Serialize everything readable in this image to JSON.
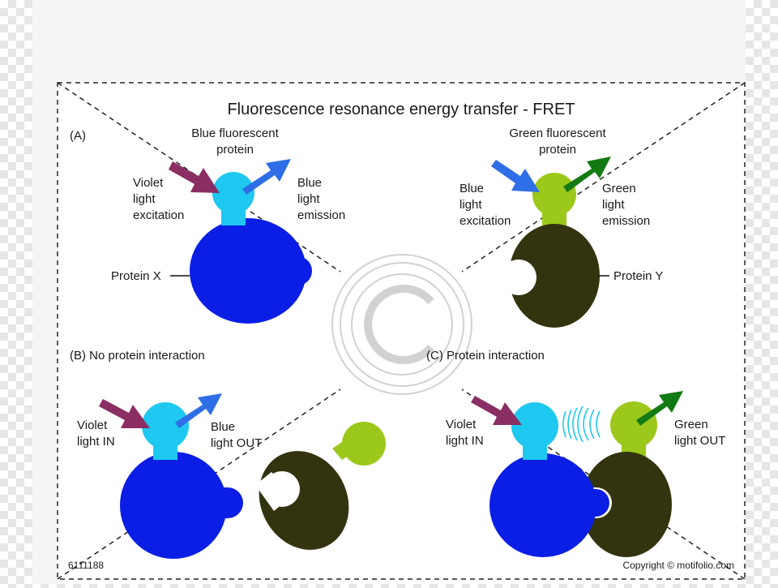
{
  "title": "Fluorescence resonance energy transfer - FRET",
  "panel_a": {
    "label": "(A)",
    "bfp_label_1": "Blue fluorescent",
    "bfp_label_2": "protein",
    "gfp_label_1": "Green fluorescent",
    "gfp_label_2": "protein",
    "violet_1": "Violet",
    "violet_2": "light",
    "violet_3": "excitation",
    "blue_em_1": "Blue",
    "blue_em_2": "light",
    "blue_em_3": "emission",
    "blue_ex_1": "Blue",
    "blue_ex_2": "light",
    "blue_ex_3": "excitation",
    "green_em_1": "Green",
    "green_em_2": "light",
    "green_em_3": "emission",
    "protein_x": "Protein X",
    "protein_y": "Protein Y"
  },
  "panel_b": {
    "label": "(B) No protein interaction",
    "violet_in_1": "Violet",
    "violet_in_2": "light IN",
    "blue_out_1": "Blue",
    "blue_out_2": "light OUT"
  },
  "panel_c": {
    "label": "(C) Protein interaction",
    "violet_in_1": "Violet",
    "violet_in_2": "light IN",
    "green_out_1": "Green",
    "green_out_2": "light OUT"
  },
  "footer": {
    "id": "6111188",
    "copyright": "Copyright © motifolio.com"
  },
  "colors": {
    "bfp": "#1ec8f0",
    "gfp": "#9bc81a",
    "protein_x": "#0a1ee6",
    "protein_y": "#33330f",
    "violet_arrow": "#8a2e64",
    "blue_arrow": "#2e6ee6",
    "green_arrow": "#127a12"
  },
  "icons": {
    "watermark": "copyright-watermark-icon"
  }
}
